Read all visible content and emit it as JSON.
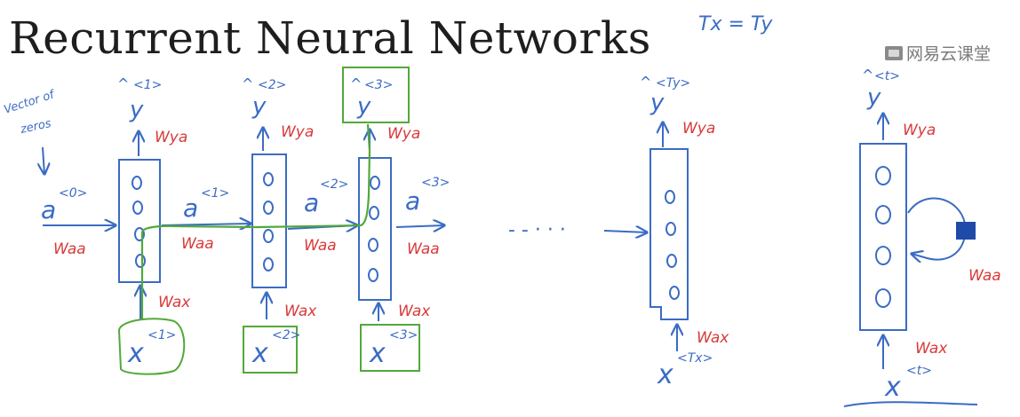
{
  "title": "Recurrent Neural Networks",
  "watermark": "网易云课堂",
  "note_top": "Tx = Ty",
  "note_left": [
    "Vector of",
    "zeros"
  ],
  "colors": {
    "ink": "#3b6cc4",
    "weight": "#d83a3a",
    "path": "#53a83a",
    "text": "#1e1e1e"
  },
  "a0": "a",
  "a0_sup": "<0>",
  "steps": [
    {
      "y": "y",
      "y_sup": "<1>",
      "x": "x",
      "x_sup": "<1>",
      "a": "a",
      "a_sup": "<1>",
      "w_ya": "Wya",
      "w_aa": "Waa",
      "w_ax": "Wax"
    },
    {
      "y": "y",
      "y_sup": "<2>",
      "x": "x",
      "x_sup": "<2>",
      "a": "a",
      "a_sup": "<2>",
      "w_ya": "Wya",
      "w_aa": "Waa",
      "w_ax": "Wax"
    },
    {
      "y": "y",
      "y_sup": "<3>",
      "x": "x",
      "x_sup": "<3>",
      "a": "a",
      "a_sup": "<3>",
      "w_ya": "Wya",
      "w_aa": "Waa",
      "w_ax": "Wax"
    }
  ],
  "last_step": {
    "y": "y",
    "y_sup": "<Ty>",
    "x": "x",
    "x_sup": "<Tx>",
    "w_ya": "Wya",
    "w_ax": "Wax"
  },
  "rolled": {
    "y": "y",
    "y_sup": "<t>",
    "x": "x",
    "x_sup": "<t>",
    "w_ya": "Wya",
    "w_aa": "Waa",
    "w_ax": "Wax"
  },
  "ellipsis": "- - · · ·"
}
